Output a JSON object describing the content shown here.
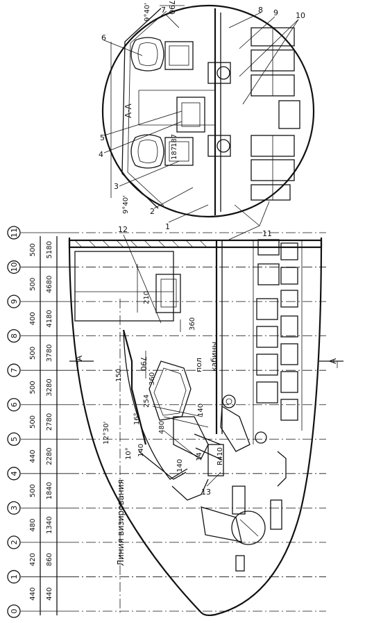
{
  "section_label": "А-А",
  "cut_marker": "А",
  "floor_label_line1": "пол",
  "floor_label_line2": "кабины",
  "sight_line_label": "Линия визирования",
  "frames": [
    "0",
    "1",
    "2",
    "3",
    "4",
    "5",
    "6",
    "7",
    "8",
    "9",
    "10",
    "11"
  ],
  "frame_spacings": [
    "440",
    "420",
    "480",
    "500",
    "440",
    "500",
    "500",
    "500",
    "400",
    "500",
    "500"
  ],
  "frame_stations": [
    "440",
    "860",
    "1340",
    "1840",
    "2280",
    "2780",
    "3280",
    "3780",
    "4180",
    "4680",
    "5180"
  ],
  "dimensions": {
    "d790_section": "790",
    "d790_side": "790",
    "d210": "210",
    "d360": "360",
    "d187a": "187",
    "d187b": "187",
    "d140a": "140",
    "d140b": "140",
    "d140c": "140",
    "d480": "480",
    "d150": "150",
    "d254": "254",
    "d360b": "360",
    "r410": "R410",
    "d14": "14"
  },
  "angles": {
    "a_top": "9°40'",
    "a_bottom": "9°40'",
    "a_side": "12°30'",
    "a_16": "16°",
    "a_10": "10°"
  },
  "callouts": [
    "1",
    "2",
    "3",
    "4",
    "5",
    "6",
    "7",
    "8",
    "9",
    "10",
    "11",
    "12",
    "13"
  ]
}
